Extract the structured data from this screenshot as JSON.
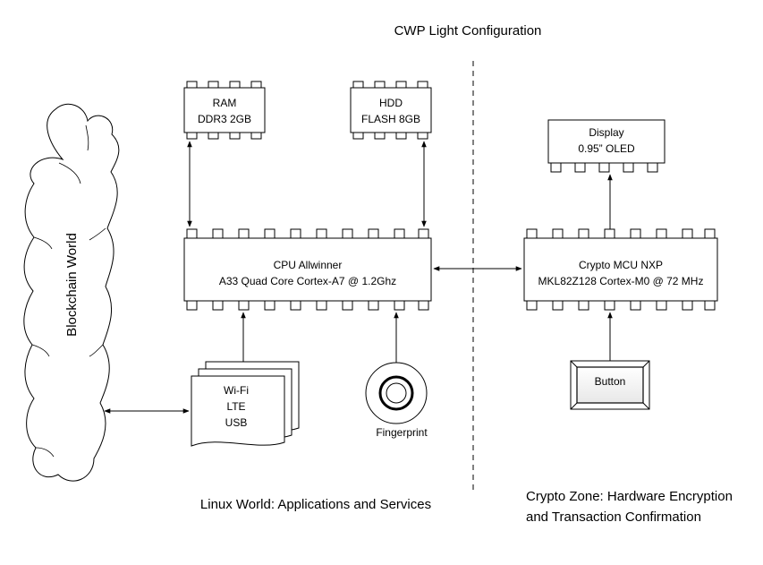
{
  "title": "CWP Light Configuration",
  "ram": {
    "line1": "RAM",
    "line2": "DDR3 2GB"
  },
  "hdd": {
    "line1": "HDD",
    "line2": "FLASH 8GB"
  },
  "display": {
    "line1": "Display",
    "line2": "0.95” OLED"
  },
  "cpu": {
    "line1": "CPU Allwinner",
    "line2": "A33 Quad Core Cortex-A7 @ 1.2Ghz"
  },
  "mcu": {
    "line1": "Crypto MCU NXP",
    "line2": "MKL82Z128 Cortex-M0 @ 72 MHz"
  },
  "cloud": {
    "label": "Blockchain World"
  },
  "network": {
    "line1": "Wi-Fi",
    "line2": "LTE",
    "line3": "USB"
  },
  "fingerprint": {
    "label": "Fingerprint"
  },
  "button": {
    "label": "Button"
  },
  "zones": {
    "linux": "Linux World: Applications and Services",
    "crypto_line1": "Crypto Zone: Hardware Encryption",
    "crypto_line2": "and Transaction Confirmation"
  },
  "icons": [
    "cloud-icon",
    "document-stack-icon",
    "fingerprint-icon",
    "chip-icon"
  ]
}
